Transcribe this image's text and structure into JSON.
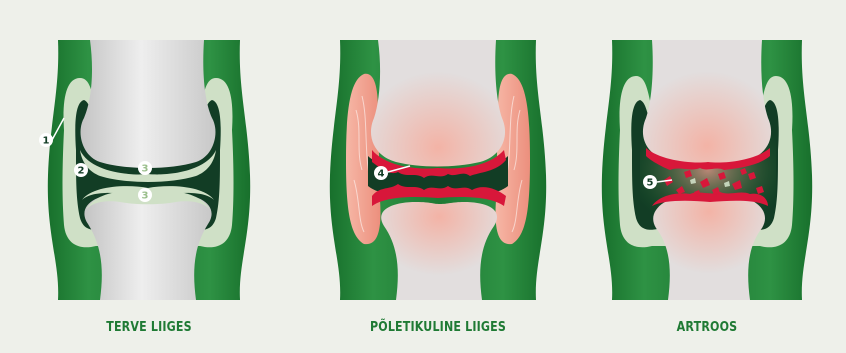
{
  "panels": [
    {
      "caption": "TERVE LIIGES"
    },
    {
      "caption": "PÕLETIKULINE LIIGES"
    },
    {
      "caption": "ARTROOS"
    }
  ],
  "markers": {
    "p1": "1",
    "p2": "2",
    "p3a": "3",
    "p3b": "3",
    "p4": "4",
    "p5": "5"
  },
  "colors": {
    "background": "#eef0ea",
    "capsule_green": "#1f7a34",
    "capsule_light": "#cfe0c6",
    "synovial_dark": "#123d25",
    "bone": "#d9d9d9",
    "inflammation_red": "#d8173a",
    "inflammation_pink": "#f1a091",
    "caption_green": "#1f7a34"
  }
}
